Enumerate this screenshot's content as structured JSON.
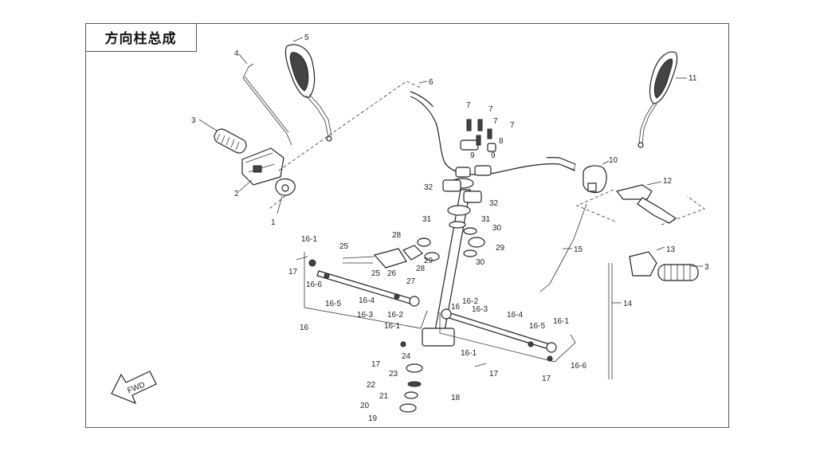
{
  "title": "方向柱总成",
  "direction_marker": "FWD",
  "labels": {
    "l1": "1",
    "l2": "2",
    "l3a": "3",
    "l3b": "3",
    "l4": "4",
    "l5": "5",
    "l6": "6",
    "l7a": "7",
    "l7b": "7",
    "l7c": "7",
    "l7d": "7",
    "l8": "8",
    "l9a": "9",
    "l9b": "9",
    "l10": "10",
    "l11": "11",
    "l12": "12",
    "l13": "13",
    "l14": "14",
    "l15": "15",
    "l16a": "16",
    "l16b": "16",
    "l16_1a": "16-1",
    "l16_1b": "16-1",
    "l16_1c": "16-1",
    "l16_1d": "16-1",
    "l16_2a": "16-2",
    "l16_2b": "16-2",
    "l16_3a": "16-3",
    "l16_3b": "16-3",
    "l16_4a": "16-4",
    "l16_4b": "16-4",
    "l16_5a": "16-5",
    "l16_5b": "16-5",
    "l16_6a": "16-6",
    "l16_6b": "16-6",
    "l17a": "17",
    "l17b": "17",
    "l17c": "17",
    "l17d": "17",
    "l18": "18",
    "l19": "19",
    "l20": "20",
    "l21": "21",
    "l22": "22",
    "l23": "23",
    "l24": "24",
    "l25a": "25",
    "l25b": "25",
    "l26": "26",
    "l27": "27",
    "l28a": "28",
    "l28b": "28",
    "l29a": "29",
    "l29b": "29",
    "l30a": "30",
    "l30b": "30",
    "l31a": "31",
    "l31b": "31",
    "l32a": "32",
    "l32b": "32"
  }
}
